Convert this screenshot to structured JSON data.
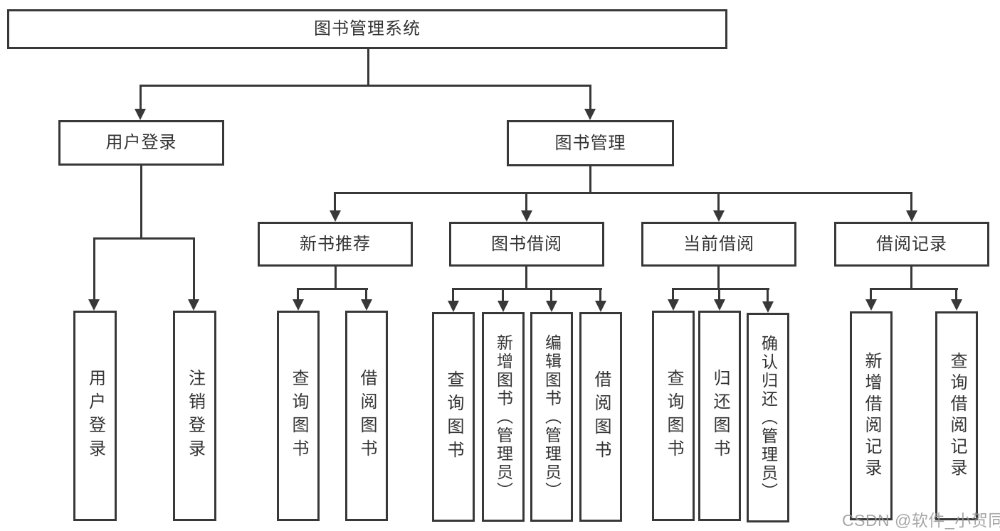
{
  "diagram": {
    "type": "hierarchy-tree",
    "colors": {
      "line": "#383838",
      "box_border": "#383838",
      "text": "#333333",
      "background": "#ffffff",
      "watermark": "#969696"
    },
    "watermark": {
      "text": "CSDN @软件_小贺同学"
    },
    "nodes": {
      "root": {
        "label": "图书管理系统"
      },
      "user_login": {
        "label": "用户登录"
      },
      "book_management": {
        "label": "图书管理"
      },
      "leaf_user_login": {
        "label": "用户登录"
      },
      "leaf_logout": {
        "label": "注销登录"
      },
      "new_book_recommend": {
        "label": "新书推荐"
      },
      "book_borrowing": {
        "label": "图书借阅"
      },
      "current_borrowing": {
        "label": "当前借阅"
      },
      "borrowing_records": {
        "label": "借阅记录"
      },
      "rec_query_books": {
        "label": "查询图书"
      },
      "rec_borrow_books": {
        "label": "借阅图书"
      },
      "bb_query_books": {
        "label": "查询图书"
      },
      "bb_add_books_admin": {
        "label": "新增图书（管理员）"
      },
      "bb_edit_books_admin": {
        "label": "编辑图书（管理员）"
      },
      "bb_borrow_books": {
        "label": "借阅图书"
      },
      "cb_query_books": {
        "label": "查询图书"
      },
      "cb_return_books": {
        "label": "归还图书"
      },
      "cb_confirm_return_admin": {
        "label": "确认归还（管理员）"
      },
      "br_add_record": {
        "label": "新增借阅记录"
      },
      "br_query_record": {
        "label": "查询借阅记录"
      }
    }
  }
}
